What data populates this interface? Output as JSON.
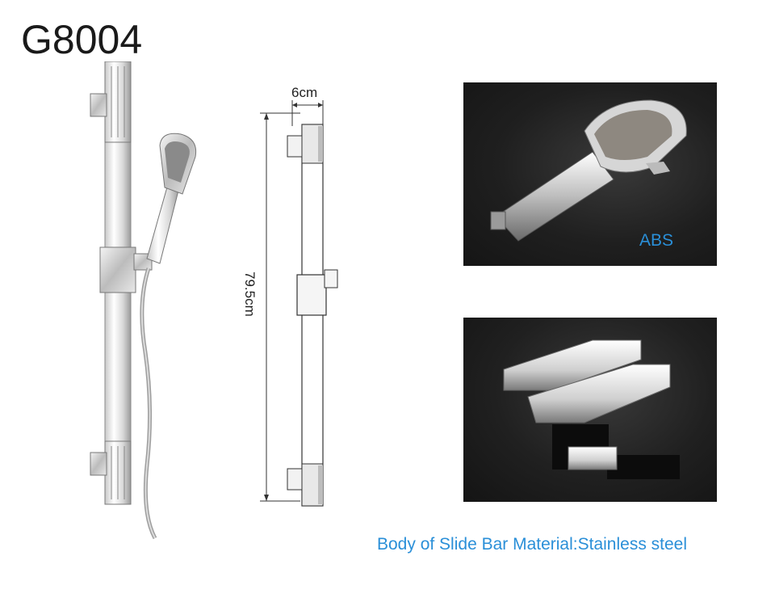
{
  "product": {
    "model": "G8004"
  },
  "dimensions": {
    "width_label": "6cm",
    "height_label": "79.5cm"
  },
  "details": {
    "handshower_material": "ABS",
    "slide_bar_caption": "Body of Slide Bar Material:Stainless steel"
  },
  "colors": {
    "caption_blue": "#2a8fd8",
    "panel_background": "#1b1b1b",
    "title_text": "#1a1a1a"
  }
}
